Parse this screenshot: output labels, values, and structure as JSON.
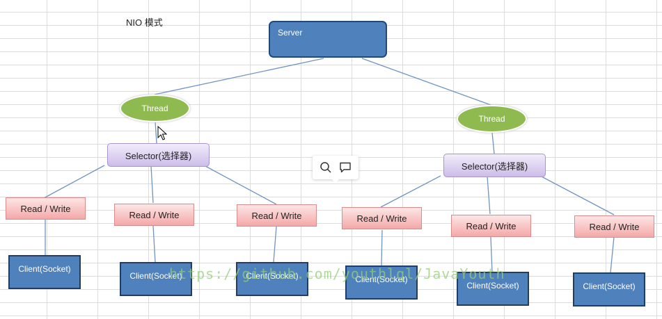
{
  "title": "NIO 模式",
  "server": {
    "label": "Server"
  },
  "threads": [
    {
      "label": "Thread"
    },
    {
      "label": "Thread"
    }
  ],
  "selectors": [
    {
      "label": "Selector(选择器)"
    },
    {
      "label": "Selector(选择器)"
    }
  ],
  "read_write": [
    {
      "label": "Read / Write"
    },
    {
      "label": "Read / Write"
    },
    {
      "label": "Read / Write"
    },
    {
      "label": "Read / Write"
    },
    {
      "label": "Read / Write"
    },
    {
      "label": "Read / Write"
    }
  ],
  "clients": [
    {
      "label": "Client(Socket)"
    },
    {
      "label": "Client(Socket)"
    },
    {
      "label": "Client(Socket)"
    },
    {
      "label": "Client(Socket)"
    },
    {
      "label": "Client(Socket)"
    },
    {
      "label": "Client(Socket)"
    }
  ],
  "watermark": "https://github.com/youthlql/JavaYouth",
  "popup": {
    "icons": [
      "search-icon",
      "comment-icon"
    ]
  },
  "colors": {
    "box_blue": "#4f81bd",
    "thread_green": "#8fba4f",
    "selector_purple": "#ccbde8",
    "rw_pink": "#f4a8a8"
  }
}
